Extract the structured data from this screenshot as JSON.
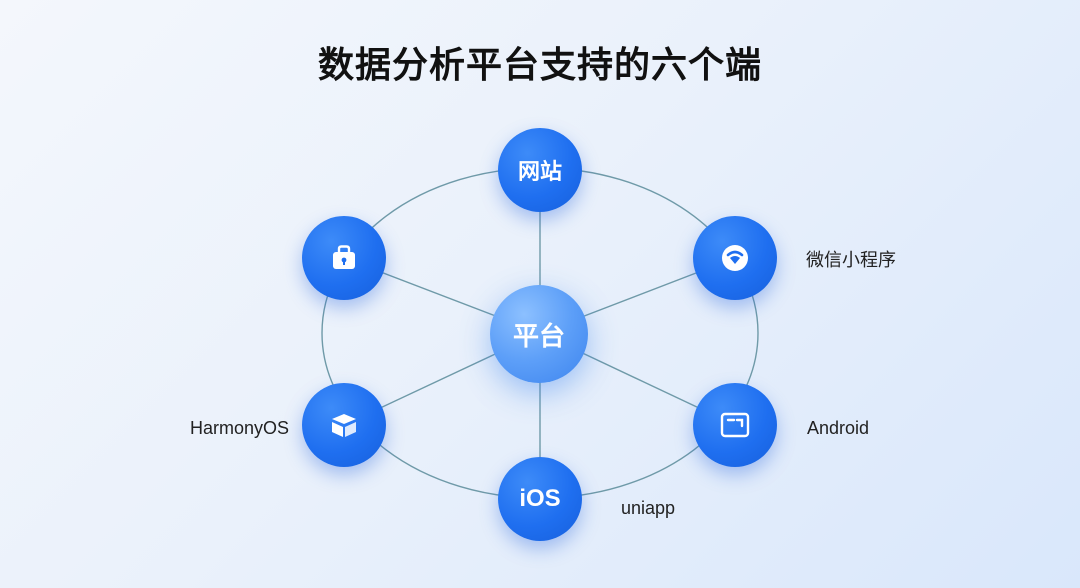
{
  "title": "数据分析平台支持的六个端",
  "center": {
    "label": "平台"
  },
  "nodes": {
    "website": {
      "label": "网站"
    },
    "lock": {
      "icon": "lock-icon"
    },
    "miniprogram": {
      "icon": "mini-program-icon",
      "label": "微信小程序"
    },
    "harmony": {
      "icon": "harmony-icon",
      "label": "HarmonyOS"
    },
    "android": {
      "icon": "android-icon",
      "label": "Android"
    },
    "ios": {
      "label": "iOS",
      "caption": "uniapp"
    }
  },
  "colors": {
    "node": "#1f6ff0",
    "center": "#5d9ff8",
    "line": "#5f8fa0"
  }
}
